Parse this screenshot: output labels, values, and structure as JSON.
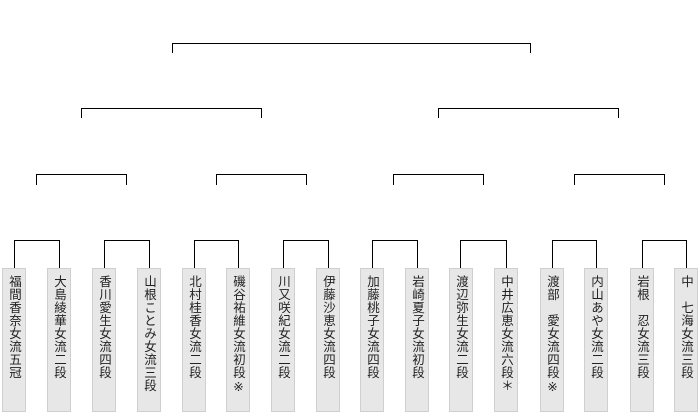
{
  "bracket": {
    "players": [
      {
        "name": "福間香奈女流五冠"
      },
      {
        "name": "大島綾華女流二段"
      },
      {
        "name": "香川愛生女流四段"
      },
      {
        "name": "山根ことみ女流三段"
      },
      {
        "name": "北村桂香女流二段"
      },
      {
        "name": "磯谷祐維女流初段※"
      },
      {
        "name": "川又咲紀女流二段"
      },
      {
        "name": "伊藤沙恵女流四段"
      },
      {
        "name": "加藤桃子女流四段"
      },
      {
        "name": "岩崎夏子女流初段"
      },
      {
        "name": "渡辺弥生女流二段"
      },
      {
        "name": "中井広恵女流六段＊"
      },
      {
        "name": "渡部　愛女流四段※"
      },
      {
        "name": "内山あや女流二段"
      },
      {
        "name": "岩根　忍女流三段"
      },
      {
        "name": "中　七海女流三段"
      }
    ]
  }
}
